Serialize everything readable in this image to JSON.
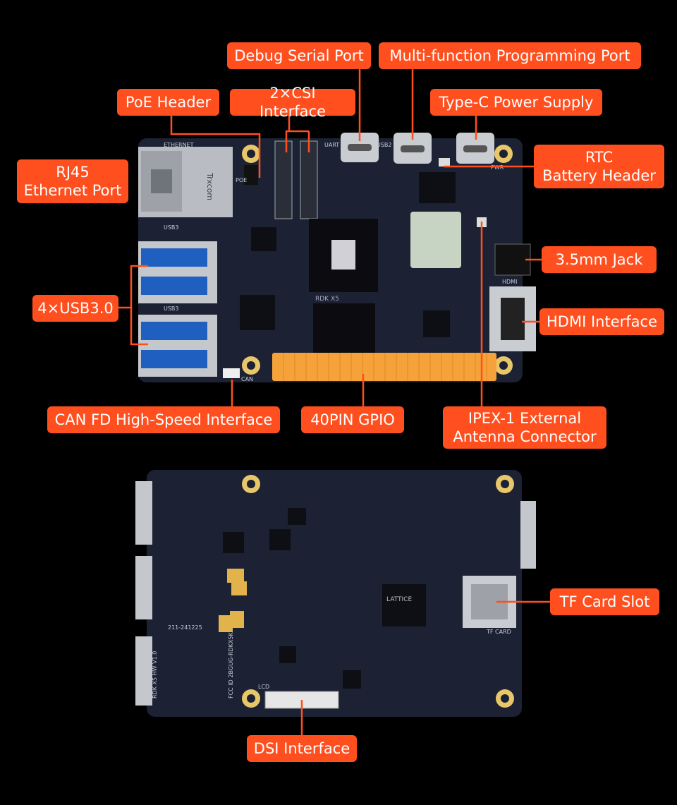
{
  "colors": {
    "background": "#000000",
    "label_bg": "#ff4f1f",
    "label_text": "#ffffff",
    "leader_line": "#ff4f1f",
    "pcb": "#1c2233",
    "gpio_header": "#f5a23a"
  },
  "top_labels": {
    "debug_serial": "Debug Serial Port",
    "multi_function": "Multi-function Programming Port",
    "poe_header": "PoE Header",
    "csi": "2×CSI Interface",
    "type_c_power": "Type-C Power Supply",
    "rj45": "RJ45\nEthernet Port",
    "rtc": "RTC\nBattery Header",
    "jack": "3.5mm Jack",
    "usb": "4×USB3.0",
    "hdmi": "HDMI Interface",
    "can_fd": "CAN FD High-Speed Interface",
    "gpio": "40PIN GPIO",
    "ipex": "IPEX-1 External\nAntenna Connector"
  },
  "bottom_labels": {
    "tf_card": "TF Card Slot",
    "dsi": "DSI Interface"
  },
  "board_text": {
    "soc_model": "RDK X5",
    "hw_version": "RDK X5 HW V1.0",
    "fcc_id": "FCC ID 2BGUG-RDKX5K",
    "cert_code": "211-241225",
    "lattice": "LATTICE",
    "tf_card_silk": "TF CARD",
    "lcd_silk": "LCD",
    "can_silk": "CAN",
    "usb3_silk": "USB3",
    "ethernet_silk": "ETHERNET",
    "poe_silk": "POE",
    "uart_silk": "UART",
    "usb2_silk": "USB2",
    "pwr_silk": "PWR",
    "hdmi_silk": "HDMI"
  }
}
